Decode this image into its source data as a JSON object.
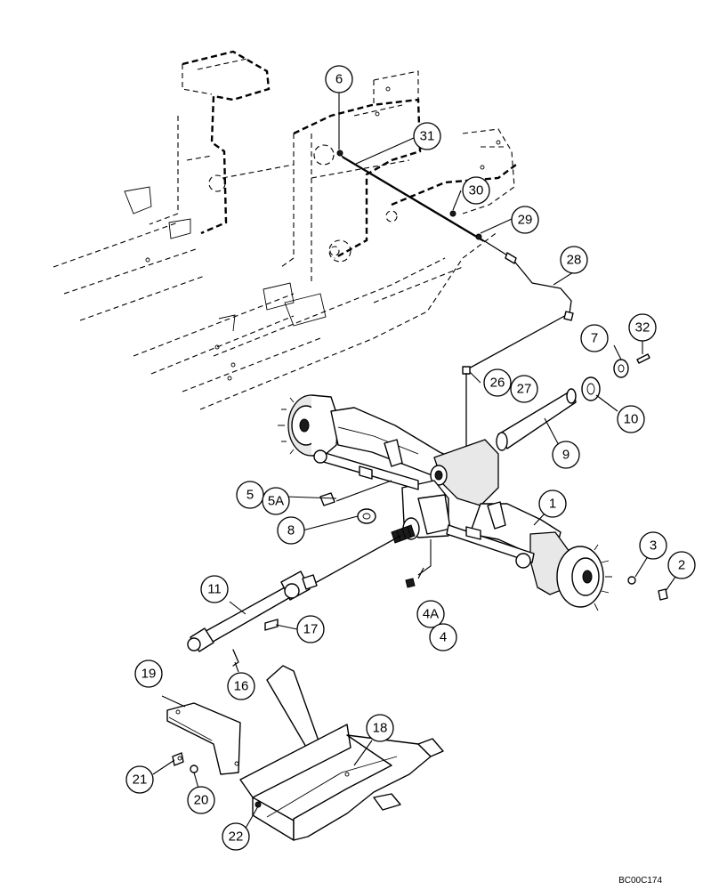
{
  "diagram": {
    "drawing_code": "BC00C174",
    "callouts": {
      "c1": "1",
      "c2": "2",
      "c3": "3",
      "c4": "4",
      "c4a": "4A",
      "c5": "5",
      "c5a": "5A",
      "c6": "6",
      "c7": "7",
      "c8": "8",
      "c9": "9",
      "c10": "10",
      "c11": "11",
      "c16": "16",
      "c17": "17",
      "c18": "18",
      "c19": "19",
      "c20": "20",
      "c21": "21",
      "c22": "22",
      "c26": "26",
      "c27": "27",
      "c28": "28",
      "c29": "29",
      "c30": "30",
      "c31": "31",
      "c32": "32"
    }
  }
}
